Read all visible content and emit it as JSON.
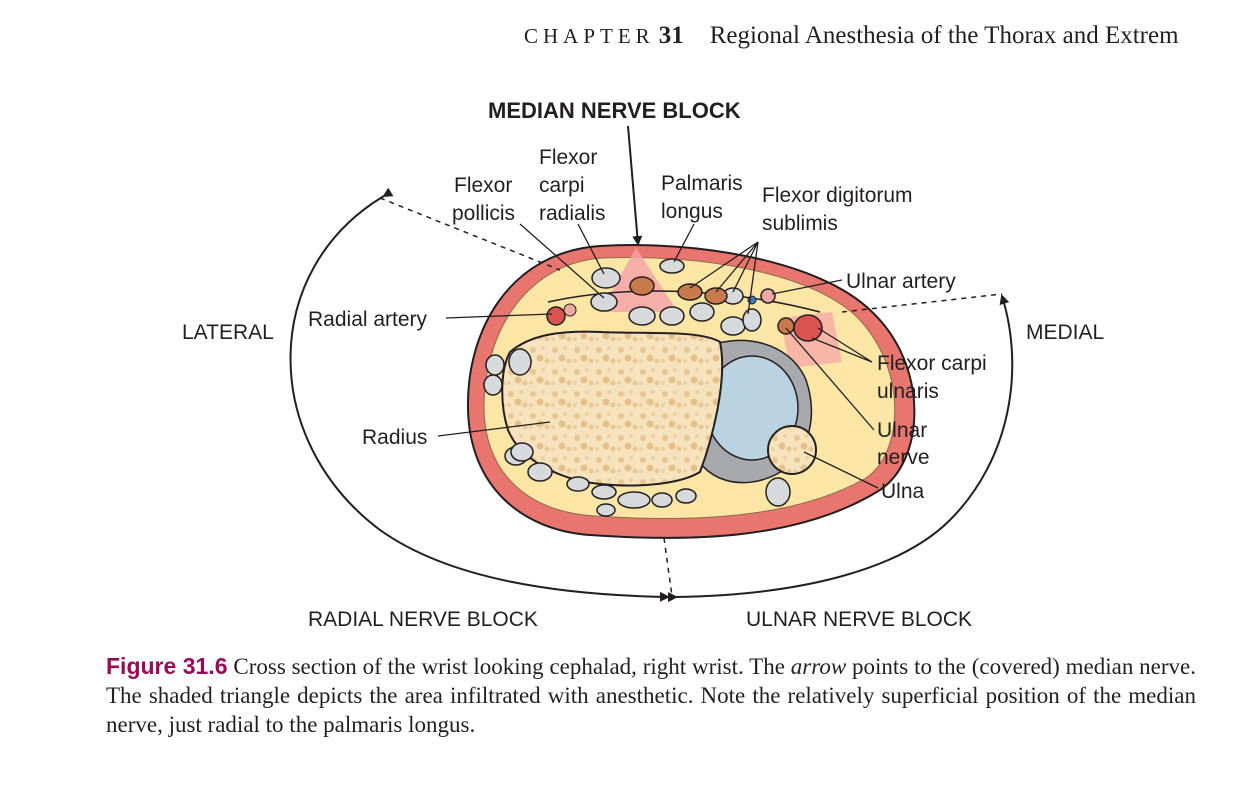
{
  "running_head": {
    "chapter_word": "CHAPTER",
    "chapter_number": "31",
    "title": "Regional Anesthesia of the Thorax and Extrem"
  },
  "figure": {
    "labels": {
      "median_nerve_block": "MEDIAN NERVE BLOCK",
      "flexor_pollicis_1": "Flexor",
      "flexor_pollicis_2": "pollicis",
      "flexor_carpi_radialis_1": "Flexor",
      "flexor_carpi_radialis_2": "carpi",
      "flexor_carpi_radialis_3": "radialis",
      "palmaris_longus_1": "Palmaris",
      "palmaris_longus_2": "longus",
      "flexor_digitorum_1": "Flexor digitorum",
      "flexor_digitorum_2": "sublimis",
      "ulnar_artery": "Ulnar artery",
      "lateral": "LATERAL",
      "medial": "MEDIAL",
      "radial_artery": "Radial artery",
      "flexor_carpi_ulnaris_1": "Flexor carpi",
      "flexor_carpi_ulnaris_2": "ulnaris",
      "ulnar_nerve_1": "Ulnar",
      "ulnar_nerve_2": "nerve",
      "radius": "Radius",
      "ulna": "Ulna",
      "radial_nerve_block": "RADIAL NERVE BLOCK",
      "ulnar_nerve_block": "ULNAR NERVE BLOCK"
    },
    "colors": {
      "skin": "#e8756e",
      "subcutaneous": "#fbe6a6",
      "bone": "#f6e3bd",
      "bone_dots": "#e9c793",
      "tendon": "#d8d9da",
      "ulna_cavity": "#a7a9ac",
      "joint_space": "#b9d3e0",
      "artery_red": "#d9534f",
      "muscle_brown": "#c97a4a",
      "infiltration": "#f5a3a8"
    }
  },
  "caption": {
    "label": "Figure 31.6",
    "part1": " Cross section of the wrist looking cephalad, right wrist. The ",
    "italic": "arrow",
    "part2": " points to the (covered) median nerve. The shaded triangle depicts the area infiltrated with anesthetic. Note the relatively superficial position of the median nerve, just radial to the palmaris longus."
  }
}
